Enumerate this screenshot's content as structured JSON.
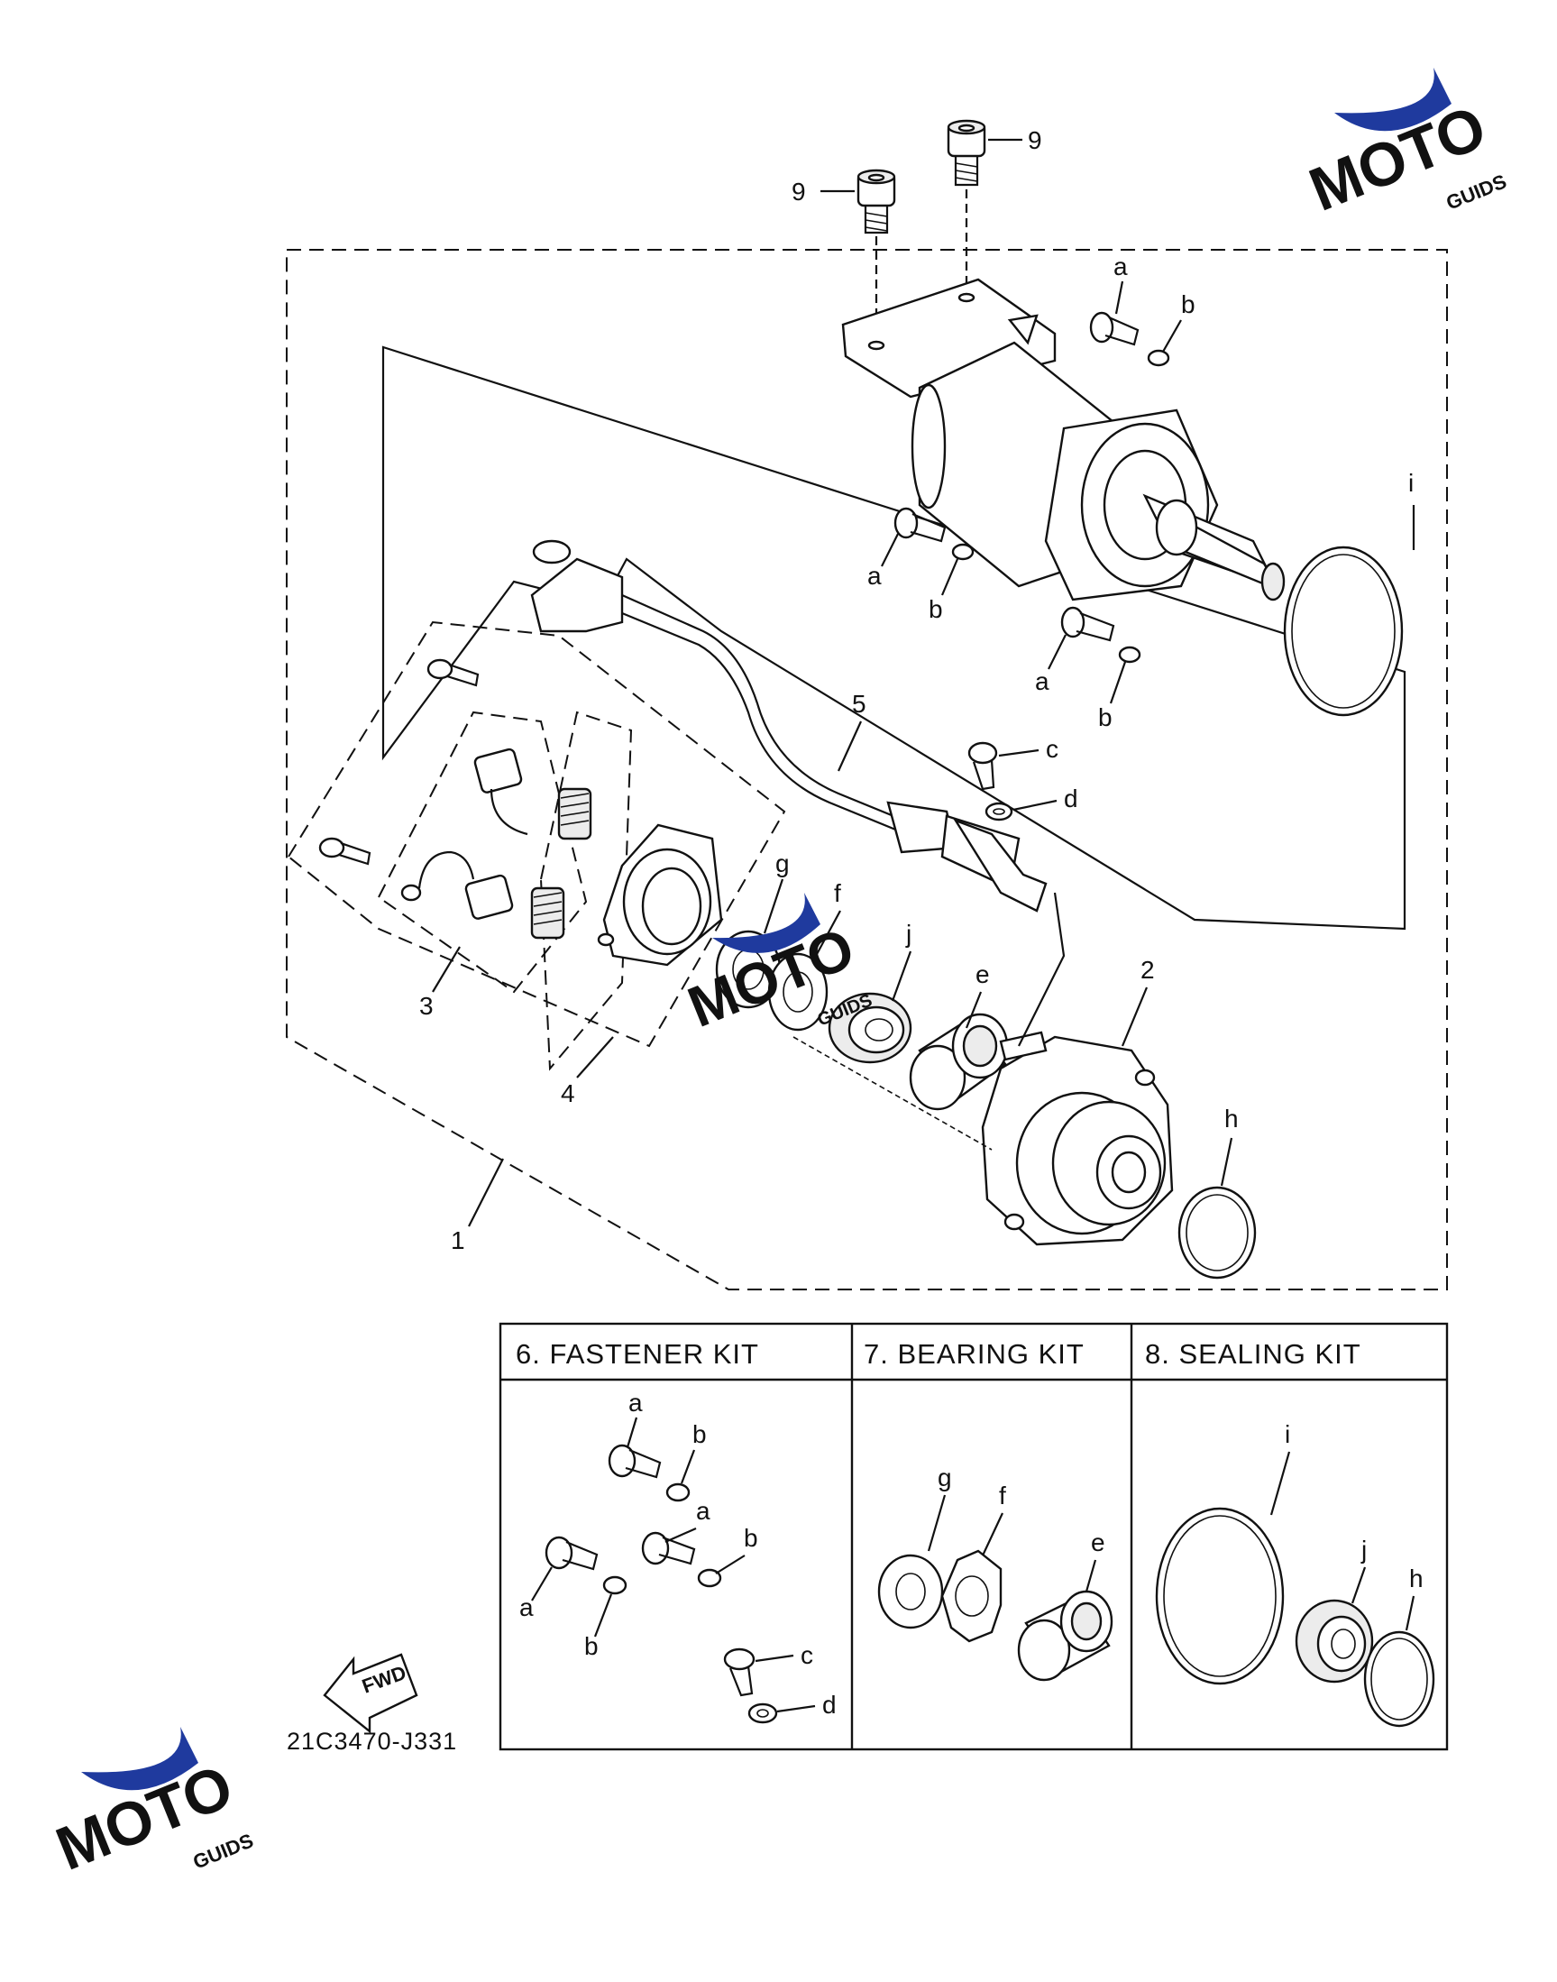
{
  "diagram": {
    "callouts": {
      "n1": "1",
      "n2": "2",
      "n3": "3",
      "n4": "4",
      "n5": "5",
      "n9a": "9",
      "n9b": "9",
      "a": "a",
      "b": "b",
      "c": "c",
      "d": "d",
      "e": "e",
      "f": "f",
      "g": "g",
      "h": "h",
      "i": "i",
      "j": "j"
    },
    "fwd_label": "FWD",
    "diagram_code": "21C3470-J331"
  },
  "kits": [
    {
      "title": "6.  FASTENER KIT"
    },
    {
      "title": "7.  BEARING KIT"
    },
    {
      "title": "8.  SEALING KIT"
    }
  ],
  "watermark": {
    "wordmark": "MOTO",
    "sub": "GUIDS",
    "colors": {
      "red": "#e0242b",
      "blue": "#1f3a9e",
      "black": "#111111"
    }
  }
}
